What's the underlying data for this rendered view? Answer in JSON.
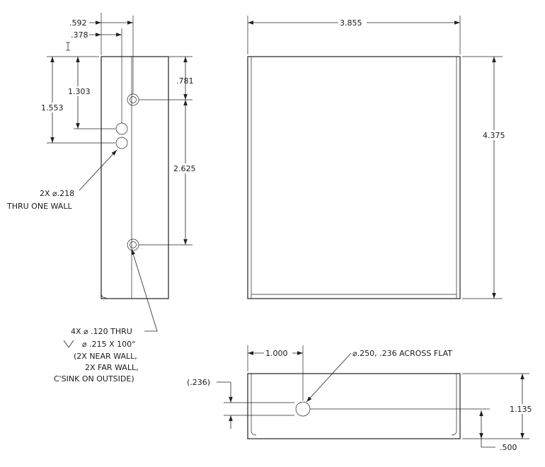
{
  "dims": {
    "d592": ".592",
    "d378": ".378",
    "d1303": "1.303",
    "d1553": "1.553",
    "d781": ".781",
    "d2625": "2.625",
    "d3855": "3.855",
    "d4375": "4.375",
    "d1000": "1.000",
    "d236": "(.236)",
    "d1135": "1.135",
    "d500": ".500"
  },
  "notes": {
    "holes218_line1": "2X ⌀.218",
    "holes218_line2": "THRU ONE WALL",
    "holes120_line1": "4X ⌀ .120 THRU",
    "holes120_line2": "⌀ .215 X 100°",
    "holes120_line3": "(2X NEAR WALL,",
    "holes120_line4": "2X FAR WALL,",
    "holes120_line5": "C'SINK ON OUTSIDE)",
    "slot_callout": "⌀.250, .236 ACROSS FLAT"
  }
}
